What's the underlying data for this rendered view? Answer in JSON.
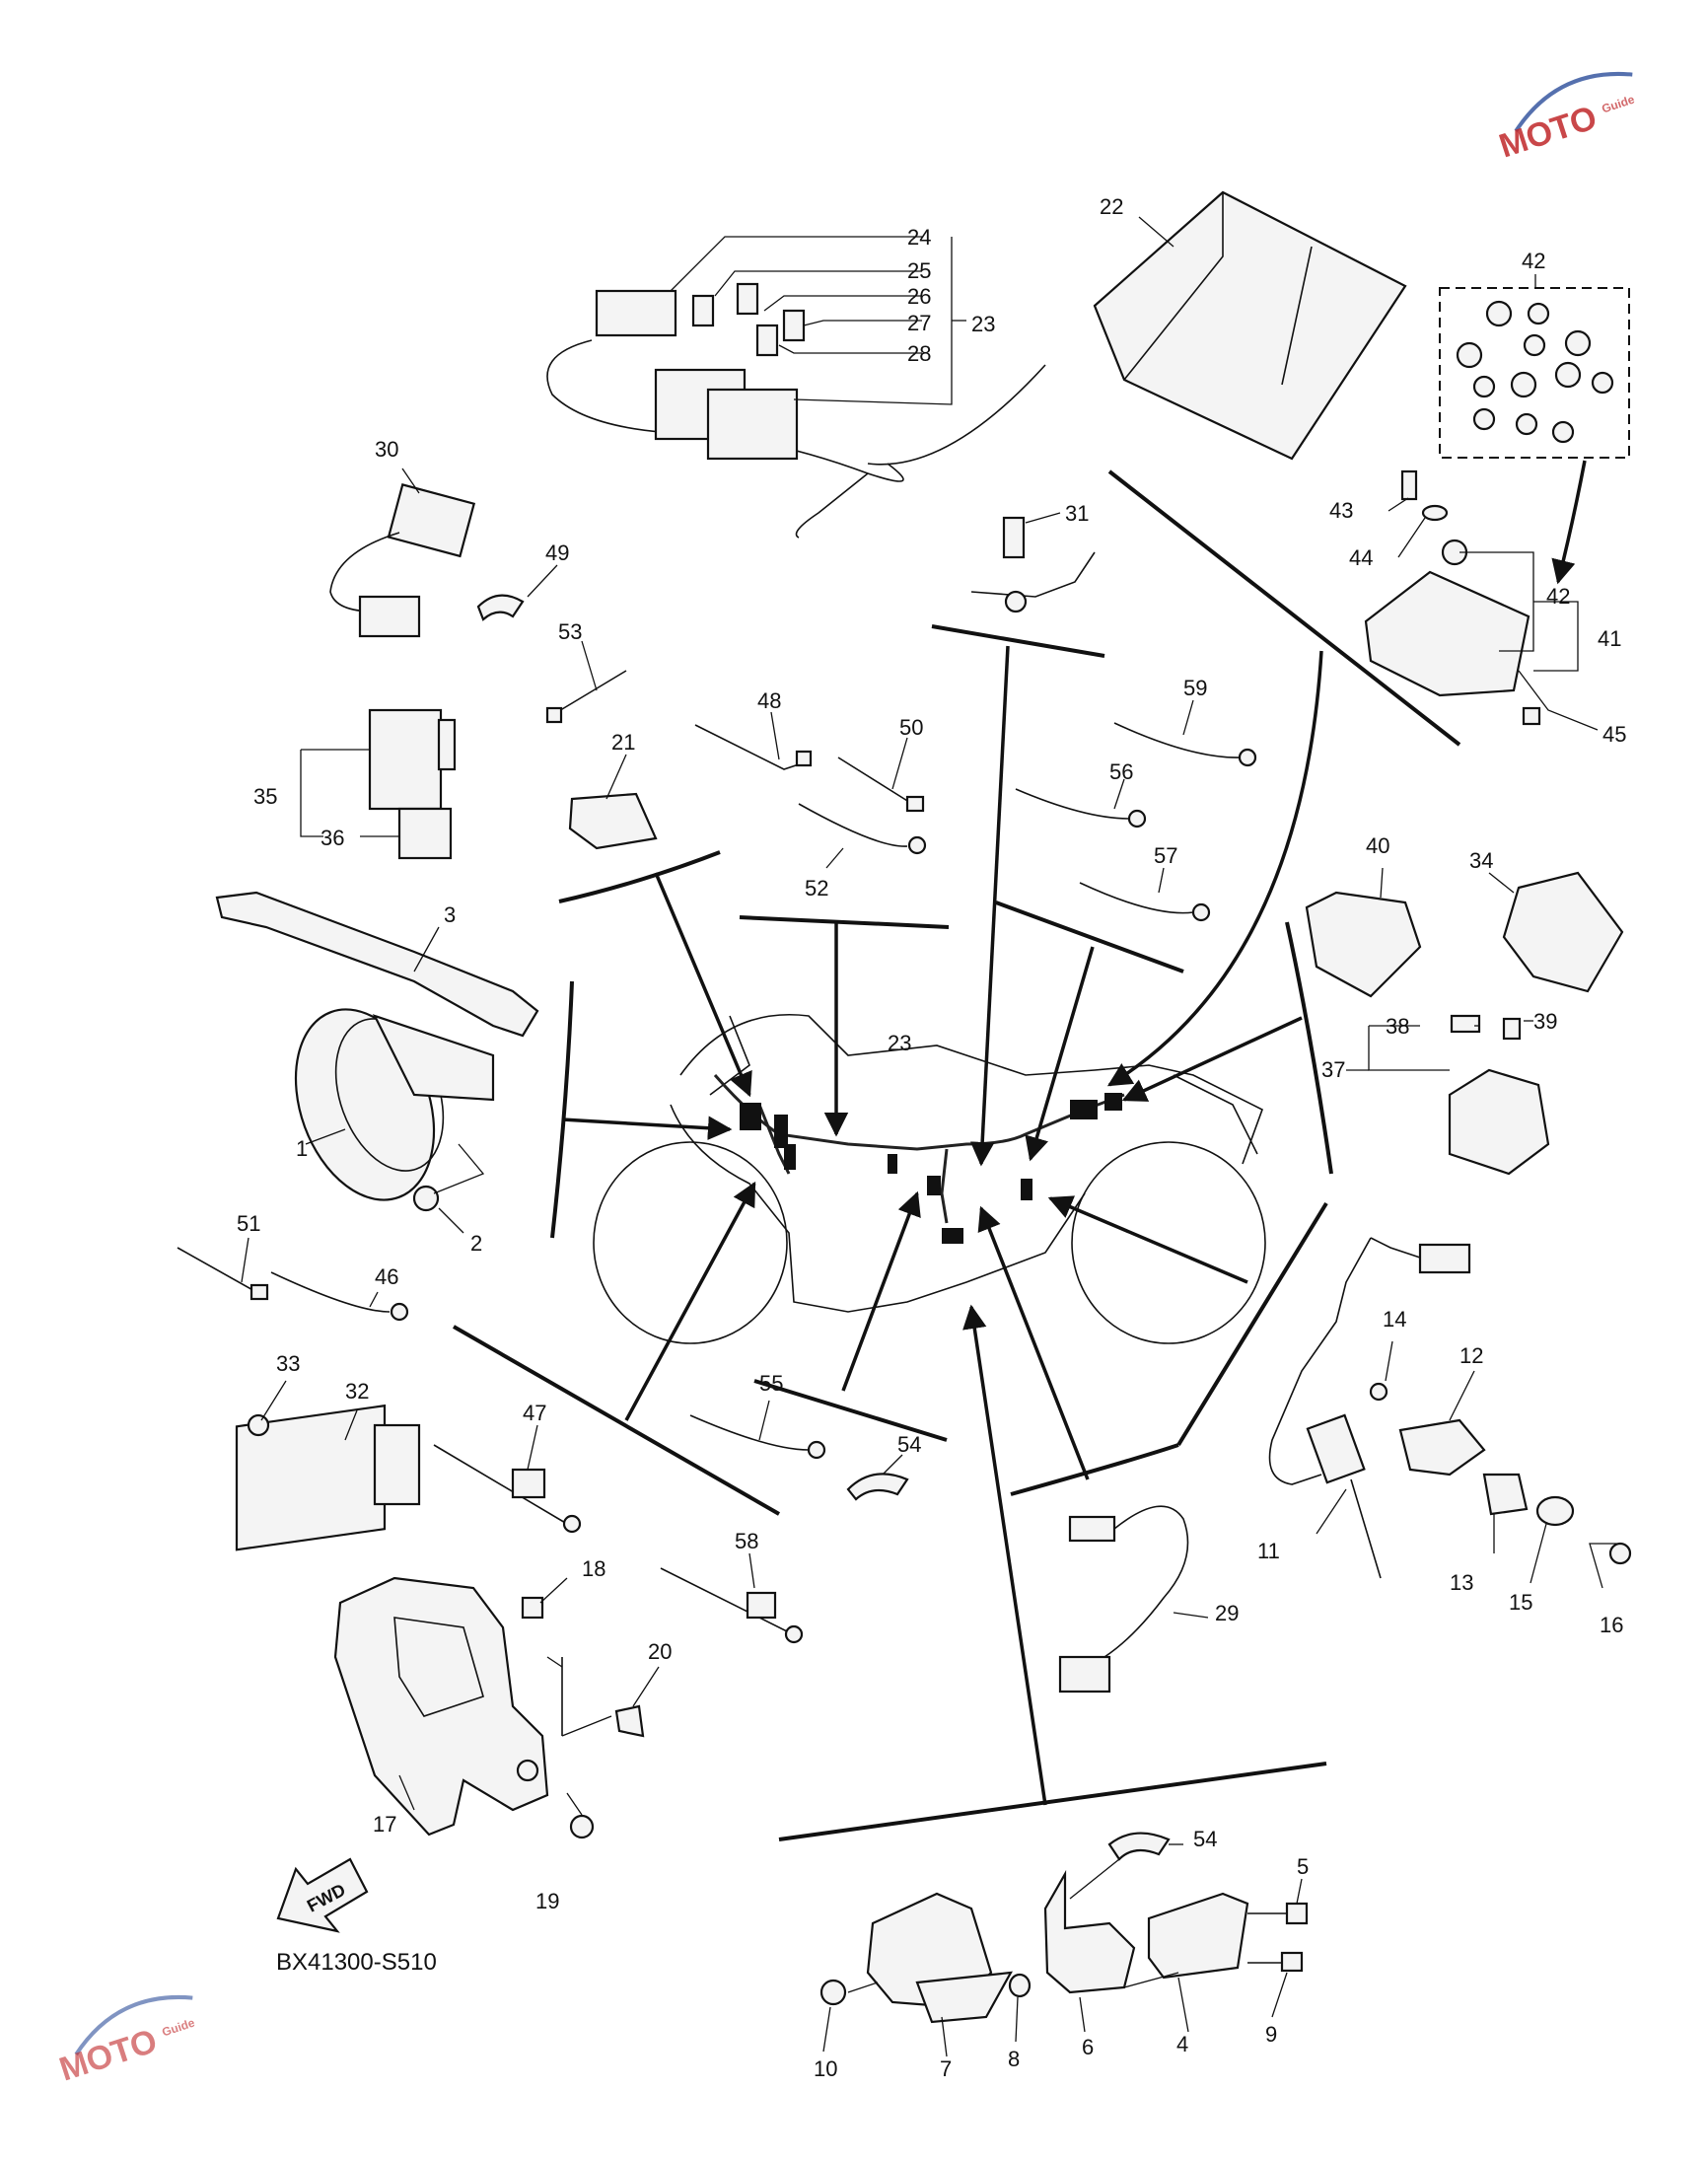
{
  "diagram": {
    "code": "BX41300-S510",
    "fwd_label": "FWD",
    "watermark": {
      "text": "MOTO",
      "sub": "Guide",
      "color_main": "#c0282a",
      "color_accent": "#2b4c9a"
    },
    "callouts": [
      "1",
      "2",
      "3",
      "4",
      "5",
      "6",
      "7",
      "8",
      "9",
      "10",
      "11",
      "12",
      "13",
      "14",
      "15",
      "16",
      "17",
      "18",
      "19",
      "20",
      "21",
      "22",
      "23",
      "23",
      "24",
      "25",
      "26",
      "27",
      "28",
      "29",
      "30",
      "31",
      "32",
      "33",
      "34",
      "35",
      "36",
      "37",
      "38",
      "39",
      "40",
      "41",
      "42",
      "42",
      "43",
      "44",
      "45",
      "46",
      "47",
      "48",
      "49",
      "50",
      "51",
      "52",
      "53",
      "54",
      "54",
      "55",
      "56",
      "57",
      "58",
      "59"
    ]
  }
}
